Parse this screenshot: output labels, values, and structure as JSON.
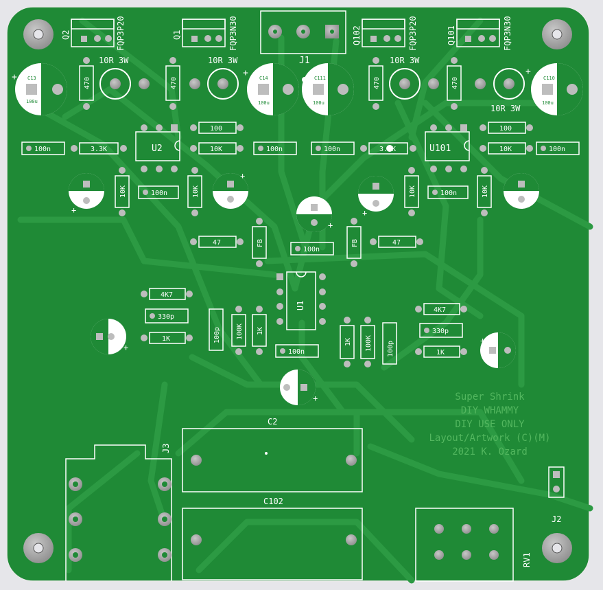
{
  "colors": {
    "board": "#1f8a36",
    "trace": "#2c9a43",
    "silk": "#ffffff",
    "pad": "#9a9a9a",
    "note": "#53b75f"
  },
  "board_note": [
    "Super Shrink",
    "DIY WHAMMY",
    "DIY USE ONLY",
    "Layout/Artwork (C)(M)",
    "2021 K. Ozard"
  ],
  "labels": {
    "q2": "Q2",
    "q2_part": "FQP3P20",
    "q1": "Q1",
    "q1_part": "FQP3N30",
    "q102": "Q102",
    "q102_part": "FQP3P20",
    "q101": "Q101",
    "q101_part": "FQP3N30",
    "j1": "J1",
    "j2": "J2",
    "j3": "J3",
    "rv1": "RV1",
    "u1": "U1",
    "u2": "U2",
    "u101": "U101",
    "c2": "C2",
    "c102": "C102",
    "pwr_left": "10R 3W",
    "pwr_mid": "10R 3W",
    "pwr_right1": "10R 3W",
    "pwr_right2": "10R 3W",
    "cap_c13": "C13",
    "cap_c13v": "100u",
    "cap_c14": "C14",
    "cap_c14v": "100u",
    "cap_c111": "C111",
    "cap_c111v": "100u",
    "cap_c110": "C110",
    "cap_c110v": "100u",
    "r470a": "470",
    "r470b": "470",
    "r470c": "470",
    "r470d": "470",
    "r100a": "100",
    "r100b": "100",
    "r10ka": "10K",
    "r10kb": "10K",
    "c100n1": "100n",
    "c100n2": "100n",
    "c100n3": "100n",
    "c100n4": "100n",
    "r33k1": "3.3K",
    "r33k2": "3.3K",
    "r10kv1": "10K",
    "r10kv2": "10K",
    "r10kv3": "10K",
    "r10kv4": "10K",
    "c100nm1": "100n",
    "c100nm2": "100n",
    "c100nc": "100n",
    "c100nu1": "100n",
    "r47a": "47",
    "r47b": "47",
    "fb1": "FB",
    "fb2": "FB",
    "r4k7a": "4K7",
    "r4k7b": "4K7",
    "c330a": "330p",
    "c330b": "330p",
    "r1ka": "1K",
    "r1kb": "1K",
    "c100p1": "100p",
    "c100p2": "100p",
    "r100k1": "100K",
    "r100k2": "100K",
    "r1kv1": "1K",
    "r1kv2": "1K",
    "plus": "+"
  }
}
